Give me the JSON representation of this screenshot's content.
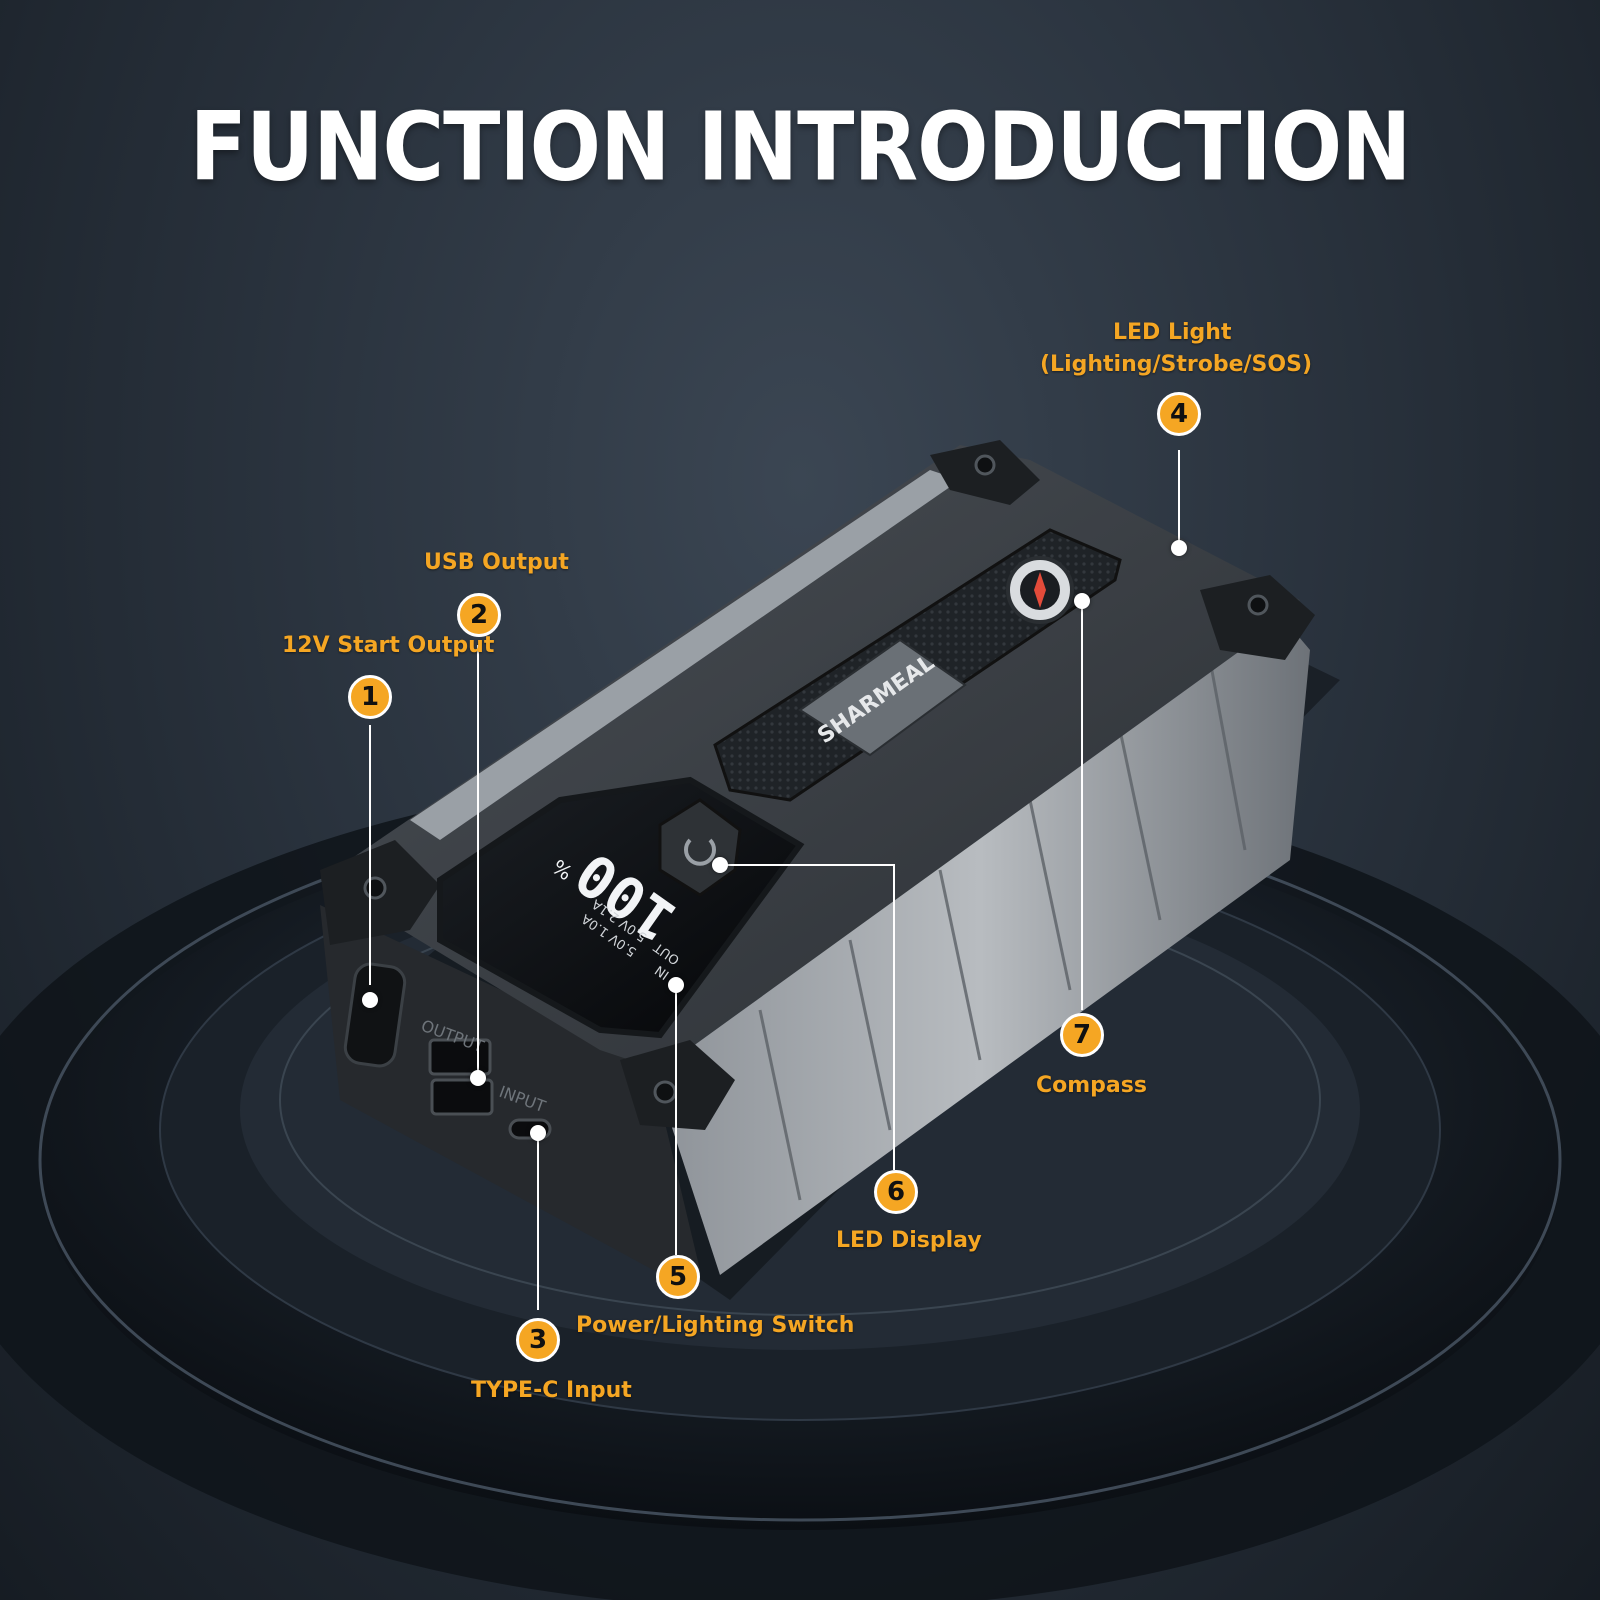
{
  "title": "FUNCTION INTRODUCTION",
  "device": {
    "brand": "SHARMEAL",
    "display_value": "100",
    "display_unit": "%",
    "display_in": "IN",
    "display_out": "OUT",
    "display_row1": "5.0V 1.0A",
    "display_row2": "5.0V 2.1A",
    "port_output": "OUTPUT",
    "port_input": "INPUT"
  },
  "callouts": [
    {
      "number": "1",
      "label": "12V Start Output"
    },
    {
      "number": "2",
      "label": "USB Output"
    },
    {
      "number": "3",
      "label": "TYPE-C Input"
    },
    {
      "number": "4",
      "label_line1": "LED Light",
      "label_line2": "(Lighting/Strobe/SOS)"
    },
    {
      "number": "5",
      "label": "Power/Lighting Switch"
    },
    {
      "number": "6",
      "label": "LED Display"
    },
    {
      "number": "7",
      "label": "Compass"
    }
  ],
  "colors": {
    "accent": "#f5a623",
    "badge_border": "#ffffff",
    "title": "#ffffff",
    "background": "#2a333e"
  }
}
